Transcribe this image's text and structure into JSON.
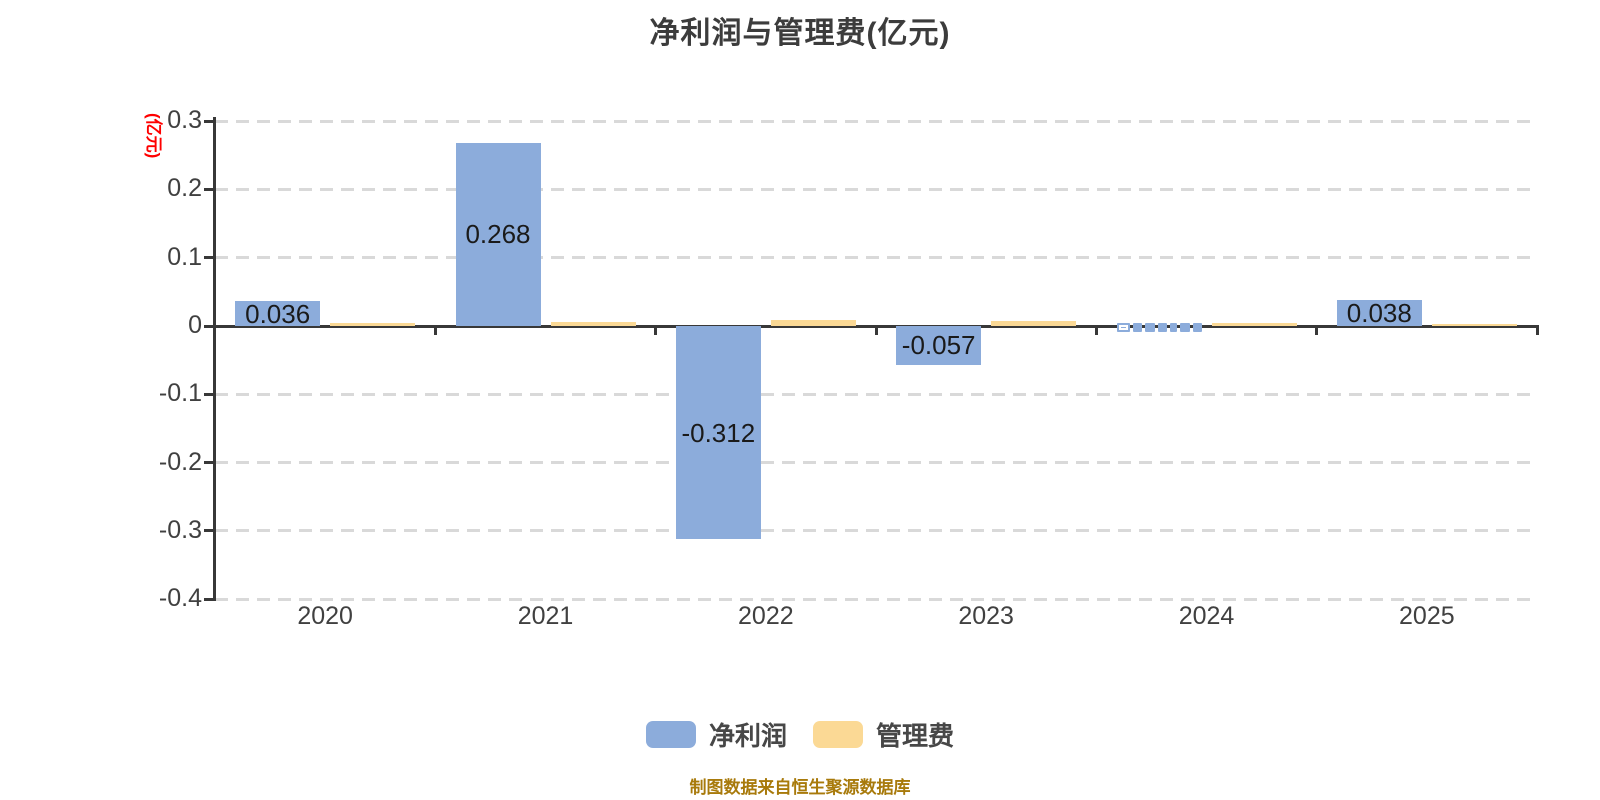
{
  "title": "净利润与管理费(亿元)",
  "y_axis_unit": "(亿元)",
  "footer": "制图数据来自恒生聚源数据库",
  "legend": {
    "items": [
      {
        "label": "净利润",
        "color": "#8cacdb"
      },
      {
        "label": "管理费",
        "color": "#fbd995"
      }
    ]
  },
  "chart_data": {
    "type": "bar",
    "title": "净利润与管理费(亿元)",
    "xlabel": "",
    "ylabel": "(亿元)",
    "ylim": [
      -0.4,
      0.3
    ],
    "grid": "horizontal dashed",
    "legend_position": "bottom",
    "categories": [
      "2020",
      "2021",
      "2022",
      "2023",
      "2024",
      "2025"
    ],
    "y_ticks": [
      "0.3",
      "0.2",
      "0.1",
      "0",
      "-0.1",
      "-0.2",
      "-0.3",
      "-0.4"
    ],
    "series": [
      {
        "name": "净利润",
        "color": "#8cacdb",
        "values": [
          0.036,
          0.268,
          -0.312,
          -0.057,
          -0.002,
          0.038
        ],
        "labels": [
          "0.036",
          "0.268",
          "-0.312",
          "-0.057",
          "",
          "0.038"
        ],
        "garbled_label_category": "2024"
      },
      {
        "name": "管理费",
        "color": "#fbd995",
        "values": [
          0.004,
          0.006,
          0.009,
          0.007,
          0.004,
          0.003
        ],
        "labels": [
          "",
          "",
          "",
          "",
          "",
          ""
        ]
      }
    ]
  }
}
